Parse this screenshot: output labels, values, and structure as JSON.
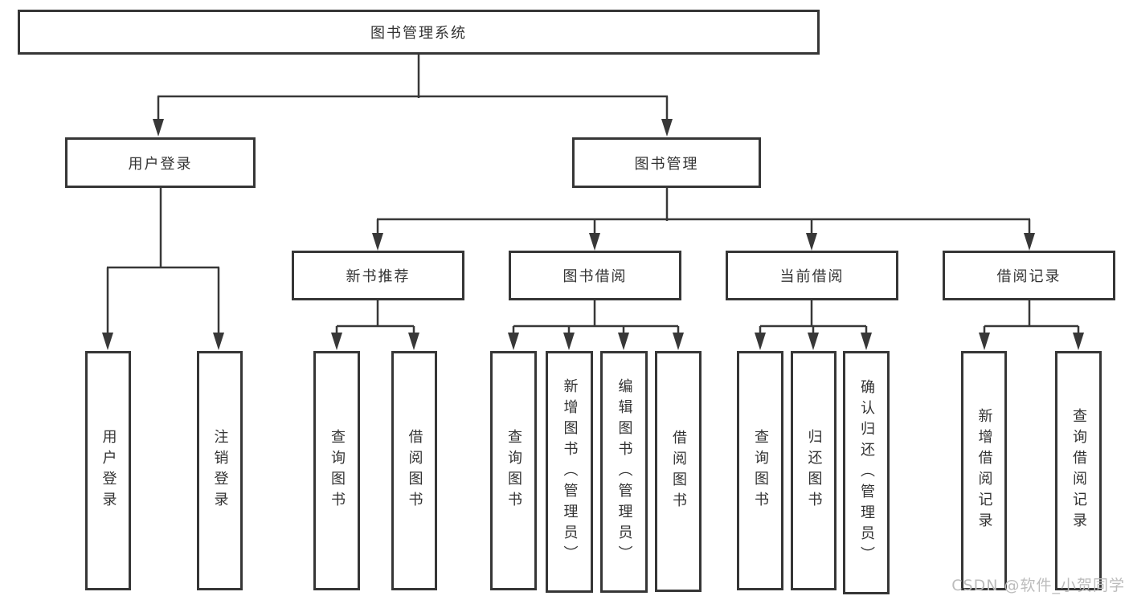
{
  "diagram": {
    "root_label": "图书管理系统",
    "user_login": {
      "label": "用户登录",
      "children": [
        "用户登录",
        "注销登录"
      ]
    },
    "book_management": {
      "label": "图书管理",
      "groups": [
        {
          "label": "新书推荐",
          "children": [
            "查询图书",
            "借阅图书"
          ]
        },
        {
          "label": "图书借阅",
          "children": [
            "查询图书",
            "新增图书（管理员）",
            "编辑图书（管理员）",
            "借阅图书"
          ]
        },
        {
          "label": "当前借阅",
          "children": [
            "查询图书",
            "归还图书",
            "确认归还（管理员）"
          ]
        },
        {
          "label": "借阅记录",
          "children": [
            "新增借阅记录",
            "查询借阅记录"
          ]
        }
      ]
    }
  },
  "watermark": {
    "text": "CSDN @软件_小贺同学"
  },
  "colors": {
    "line": "#383838",
    "box_border": "#363636",
    "text": "#333333",
    "watermark": "#bcbcbc",
    "background": "#ffffff"
  }
}
